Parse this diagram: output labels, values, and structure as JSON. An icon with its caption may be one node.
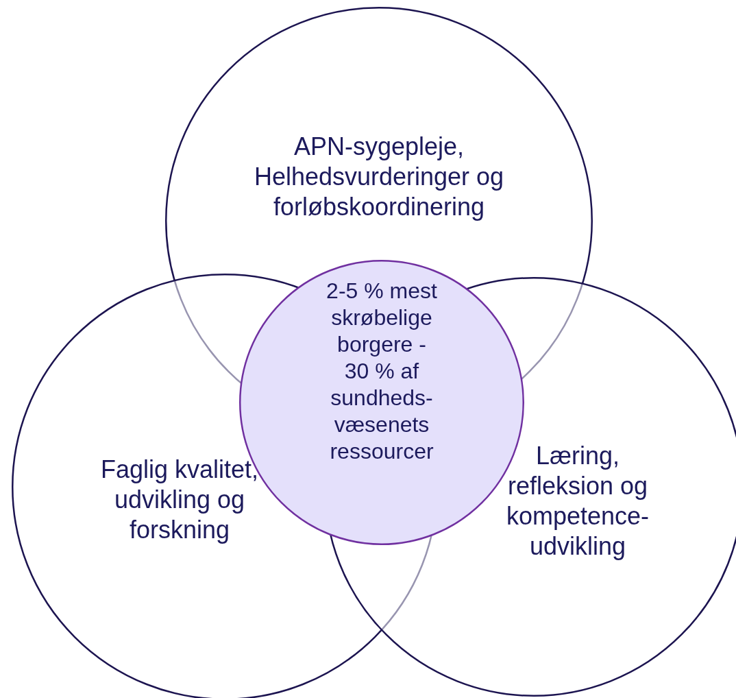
{
  "diagram": {
    "nodes": [
      {
        "text": [
          "APN-sygepleje, Helhedsvurderinger og forløbskoordinering"
        ]
      },
      {
        "text": [
          "2-5 % mest skrøbelige borgere - 30 % af sundheds-væsenets ressourcer"
        ]
      },
      {
        "text": [
          "Faglig kvalitet, udvikling og forskning"
        ]
      },
      {
        "text": [
          "Læring, refleksion og kompetence-udvikling"
        ]
      }
    ]
  }
}
